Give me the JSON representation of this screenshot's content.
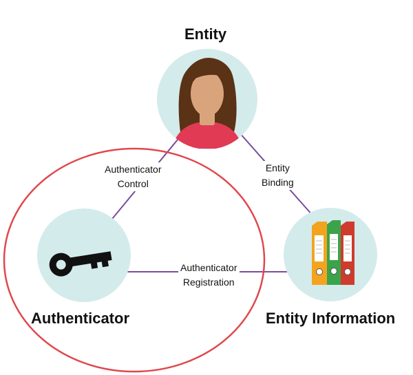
{
  "colors": {
    "node_fill": "#d4ebec",
    "connector": "#7b4a9c",
    "ellipse": "#e0474c",
    "skin": "#d9a47c",
    "hair": "#5a3216",
    "shirt": "#e13a55",
    "key": "#111111",
    "binder_orange": "#f2a41e",
    "binder_green": "#3ca34a",
    "binder_red": "#cf3b2d"
  },
  "nodes": {
    "entity": {
      "title": "Entity",
      "icon": "person-icon"
    },
    "authenticator": {
      "title": "Authenticator",
      "icon": "key-icon"
    },
    "entity_information": {
      "title": "Entity Information",
      "icon": "binders-icon"
    }
  },
  "edges": {
    "authenticator_control": {
      "line1": "Authenticator",
      "line2": "Control"
    },
    "entity_binding": {
      "line1": "Entity",
      "line2": "Binding"
    },
    "authenticator_registration": {
      "line1": "Authenticator",
      "line2": "Registration"
    }
  }
}
